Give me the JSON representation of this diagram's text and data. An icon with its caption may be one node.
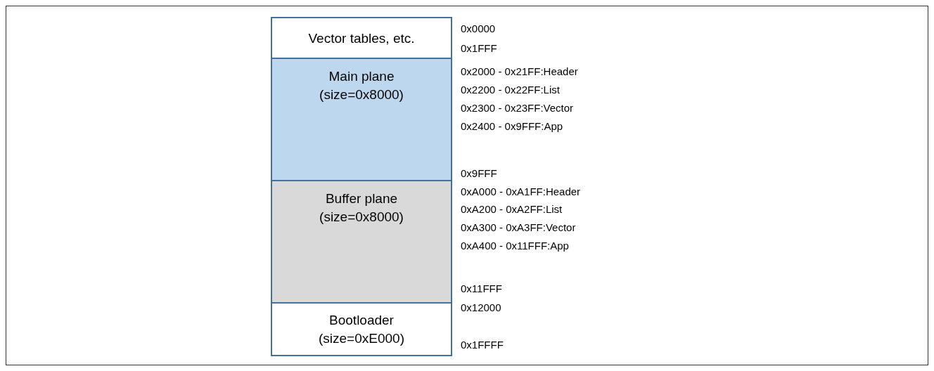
{
  "diagram": {
    "nodes": [
      {
        "text": [
          "Vector tables, etc."
        ]
      },
      {
        "text": [
          "Main plane (size=0x8000)"
        ]
      },
      {
        "text": [
          "Buffer plane (size=0x8000)"
        ]
      },
      {
        "text": [
          "Bootloader (size=0xE000)"
        ]
      }
    ],
    "labels": [
      "0x0000",
      "0x1FFF",
      "0x2000 - 0x21FF:Header",
      "0x2200 - 0x22FF:List",
      "0x2300 - 0x23FF:Vector",
      "0x2400 - 0x9FFF:App",
      "0x9FFF",
      "0xA000 - 0xA1FF:Header",
      "0xA200 - 0xA2FF:List",
      "0xA300 - 0xA3FF:Vector",
      "0xA400 - 0x11FFF:App",
      "0x11FFF",
      "0x12000",
      "0x1FFFF"
    ]
  }
}
